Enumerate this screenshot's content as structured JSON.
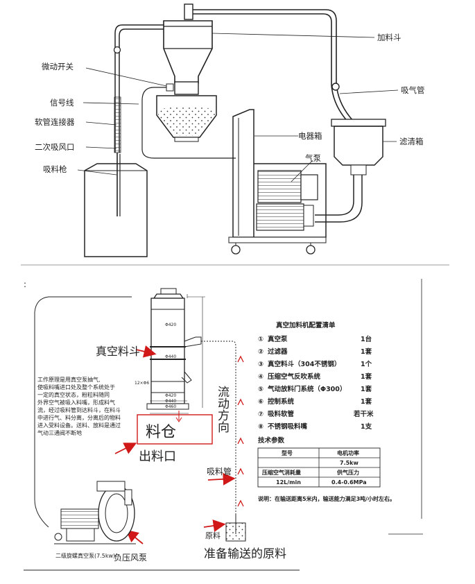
{
  "top_diagram": {
    "labels": {
      "micro_switch": "微动开关",
      "signal_line": "信号线",
      "hose_connector": "软管连接器",
      "secondary_air_inlet": "二次吸风口",
      "suction_gun": "吸料枪",
      "feed_hopper": "加料斗",
      "suction_pipe": "吸气管",
      "electrical_box": "电器箱",
      "filter_box": "滤清箱",
      "air_pump": "气泵"
    }
  },
  "bottom_diagram": {
    "corner_mark": ":",
    "vacuum_hopper": "真空料斗",
    "silo": "料仓",
    "outlet": "出料口",
    "flow_direction": "流动方向",
    "suction_pipe": "吸料管",
    "raw_material": "原料",
    "prepare_material": "准备输送的原料",
    "pump_caption": "二级旋螺真空泵(7.5kw)",
    "negative_pressure_fan": "负压风泵",
    "dim_labels": [
      "12×Φ6",
      "Φ420",
      "Φ440",
      "Φ460",
      "Φ420",
      "Φ440"
    ],
    "principle_lines": [
      "工作原理是用真空泵抽气,",
      "使吸料嘴进口处及整个系统处于",
      "一定的真空状态，粉粒料随同",
      "外界空气被吸入料嘴，形成料气",
      "流，经过吸料管到达料斗，在料斗",
      "中进行气、料分离，分离后的物料",
      "进入受料设备。送料、放料是通过",
      "气动三通阀不断地"
    ],
    "config": {
      "title": "真空加料机配置清单",
      "items": [
        {
          "no": "①",
          "name": "真空泵",
          "qty": "1台"
        },
        {
          "no": "②",
          "name": "过滤器",
          "qty": "1套"
        },
        {
          "no": "③",
          "name": "真空料斗（304不锈钢）",
          "qty": "1个"
        },
        {
          "no": "④",
          "name": "压缩空气反吹系统",
          "qty": "1套"
        },
        {
          "no": "⑤",
          "name": "气动放料门系统（Φ300）",
          "qty": "1套"
        },
        {
          "no": "⑥",
          "name": "控制系统",
          "qty": "1套"
        },
        {
          "no": "⑦",
          "name": "吸料软管",
          "qty": "若干米"
        },
        {
          "no": "⑧",
          "name": "不锈钢吸料嘴",
          "qty": "1支"
        }
      ],
      "tech_title": "技术参数",
      "table": [
        [
          "型号",
          "电机功率"
        ],
        [
          "",
          "7.5kw"
        ],
        [
          "压缩空气消耗量",
          "供气压力"
        ],
        [
          "12L/min",
          "0.4-0.6MPa"
        ]
      ],
      "note": "说明：在输送距离5米内，输送能力满足3吨/小时左右。"
    }
  }
}
